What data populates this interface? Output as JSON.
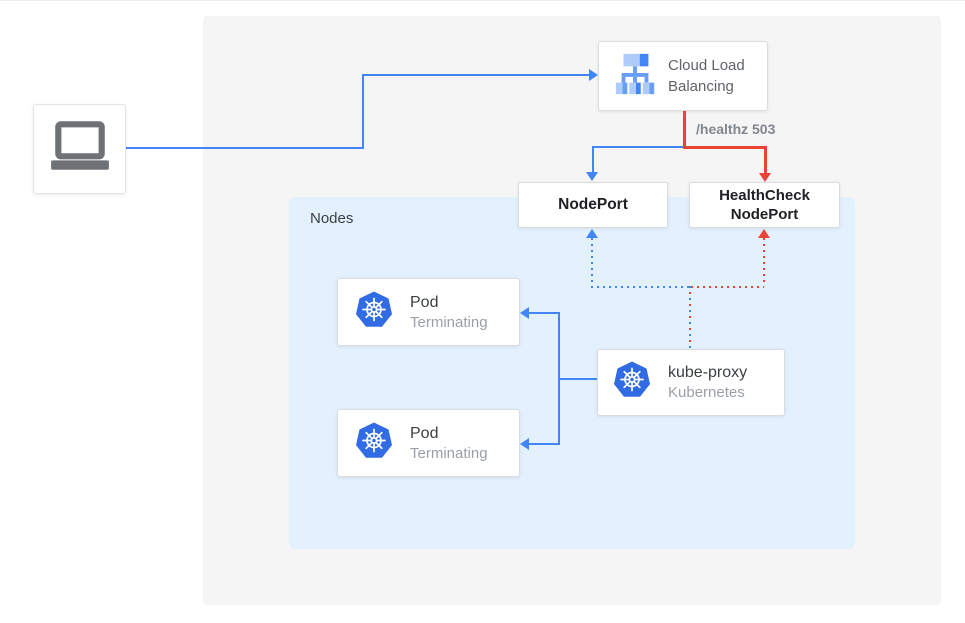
{
  "diagram": {
    "colors": {
      "blue_flow": "#4285f4",
      "red_flow": "#ea4335",
      "panel_background": "#f5f5f6",
      "nodes_background": "#e3f0fd",
      "box_border": "#dadce0"
    },
    "client": {
      "icon": "laptop-icon"
    },
    "cloud_load_balancing": {
      "label": "Cloud Load Balancing",
      "icon": "load-balancer-icon"
    },
    "edge_label": "/healthz 503",
    "nodeport": {
      "label": "NodePort"
    },
    "healthcheck_nodeport": {
      "label": "HealthCheck NodePort"
    },
    "nodes": {
      "label": "Nodes"
    },
    "pods": [
      {
        "title": "Pod",
        "status": "Terminating",
        "icon": "kubernetes-icon"
      },
      {
        "title": "Pod",
        "status": "Terminating",
        "icon": "kubernetes-icon"
      }
    ],
    "kube_proxy": {
      "title": "kube-proxy",
      "subtitle": "Kubernetes",
      "icon": "kubernetes-icon"
    }
  }
}
